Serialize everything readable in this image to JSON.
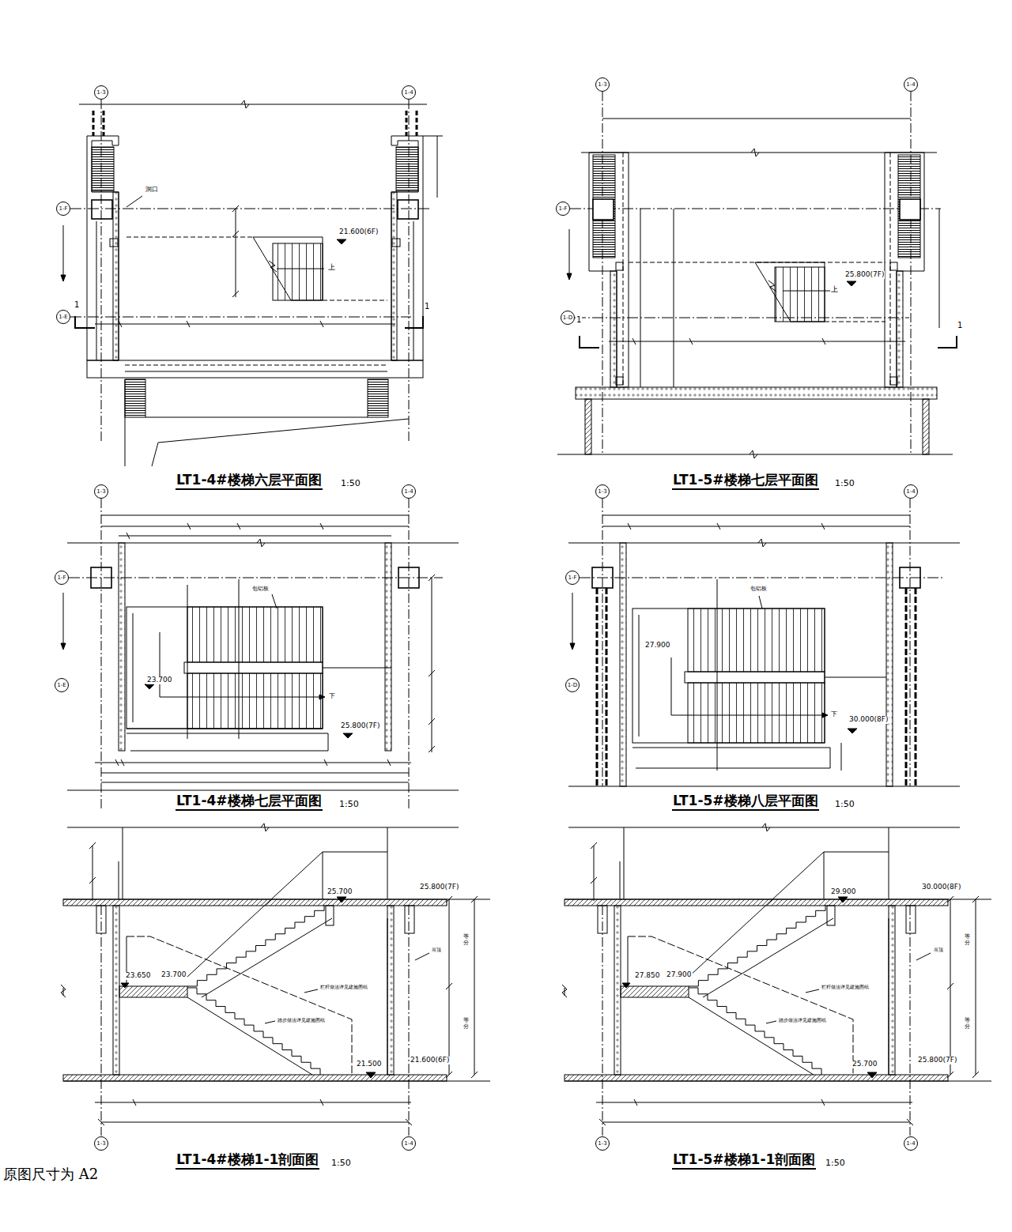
{
  "diagram": {
    "caption": "原图尺寸为 A2",
    "nodes": [
      {
        "text": [
          "1-3"
        ]
      },
      {
        "text": [
          "1-4"
        ]
      },
      {
        "text": [
          "1-F"
        ]
      },
      {
        "text": [
          "1-E"
        ]
      },
      {
        "text": [
          "1-3"
        ]
      },
      {
        "text": [
          "1-4"
        ]
      },
      {
        "text": [
          "1-F"
        ]
      },
      {
        "text": [
          "1-D"
        ]
      },
      {
        "text": [
          "1-3"
        ]
      },
      {
        "text": [
          "1-4"
        ]
      },
      {
        "text": [
          "1-F"
        ]
      },
      {
        "text": [
          "1-E"
        ]
      },
      {
        "text": [
          "1-3"
        ]
      },
      {
        "text": [
          "1-4"
        ]
      },
      {
        "text": [
          "1-F"
        ]
      },
      {
        "text": [
          "1-D"
        ]
      },
      {
        "text": [
          "1-3"
        ]
      },
      {
        "text": [
          "1-4"
        ]
      },
      {
        "text": [
          "1-3"
        ]
      },
      {
        "text": [
          "1-4"
        ]
      }
    ],
    "labels": [
      "LT1-4#楼梯六层平面图",
      "1:50",
      "21.600(6F)",
      "上",
      "1",
      "1",
      "洞口",
      "LT1-5#楼梯七层平面图",
      "1:50",
      "25.800(7F)",
      "上",
      "1",
      "1",
      "LT1-4#楼梯七层平面图",
      "1:50",
      "包铝板",
      "23.700",
      "下",
      "25.800(7F)",
      "LT1-5#楼梯八层平面图",
      "1:50",
      "包铝板",
      "27.900",
      "下",
      "30.000(8F)",
      "25.700",
      "25.800(7F)",
      "23.650",
      "23.700",
      "栏杆做法详见建施图纸",
      "踏步做法详见建施图纸",
      "吊顶",
      "21.500",
      "21.600(6F)",
      "等分",
      "等分",
      "LT1-4#楼梯1-1剖面图",
      "1:50",
      "29.900",
      "30.000(8F)",
      "27.850",
      "27.900",
      "栏杆做法详见建施图纸",
      "踏步做法详见建施图纸",
      "吊顶",
      "25.700",
      "25.800(7F)",
      "等分",
      "等分",
      "LT1-5#楼梯1-1剖面图",
      "1:50"
    ]
  }
}
